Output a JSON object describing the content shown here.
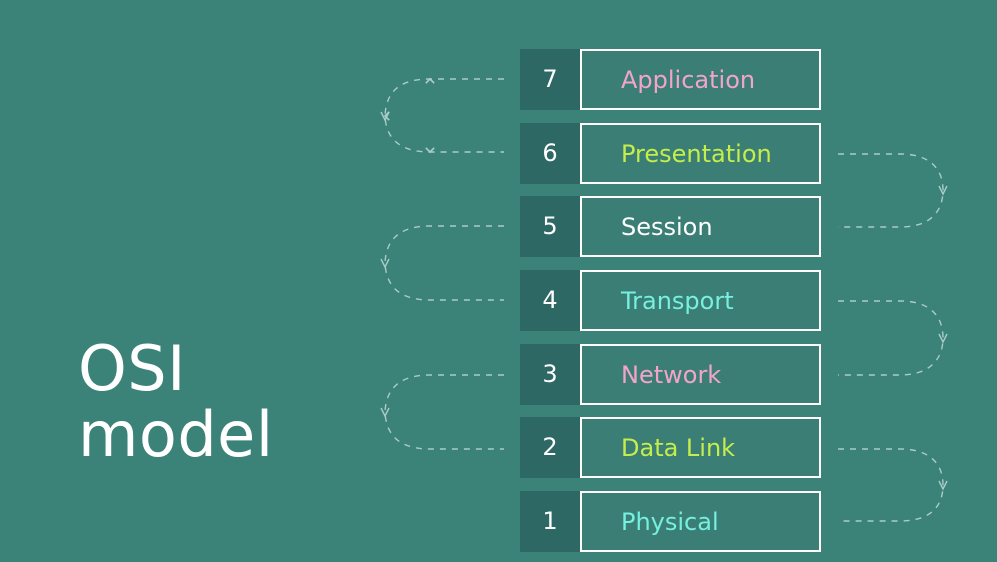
{
  "title": {
    "line1": "OSI",
    "line2": "model"
  },
  "colors": {
    "background": "#3b8278",
    "number_cell": "#2d6865",
    "pink": "#f2a5c8",
    "lime": "#c5ee4b",
    "white": "#ffffff",
    "cyan": "#77f0df",
    "dash": "#a9cdc7"
  },
  "layers": [
    {
      "number": "7",
      "name": "Application",
      "color": "#f2a5c8"
    },
    {
      "number": "6",
      "name": "Presentation",
      "color": "#c5ee4b"
    },
    {
      "number": "5",
      "name": "Session",
      "color": "#ffffff"
    },
    {
      "number": "4",
      "name": "Transport",
      "color": "#77f0df"
    },
    {
      "number": "3",
      "name": "Network",
      "color": "#f2a5c8"
    },
    {
      "number": "2",
      "name": "Data Link",
      "color": "#c5ee4b"
    },
    {
      "number": "1",
      "name": "Physical",
      "color": "#77f0df"
    }
  ]
}
